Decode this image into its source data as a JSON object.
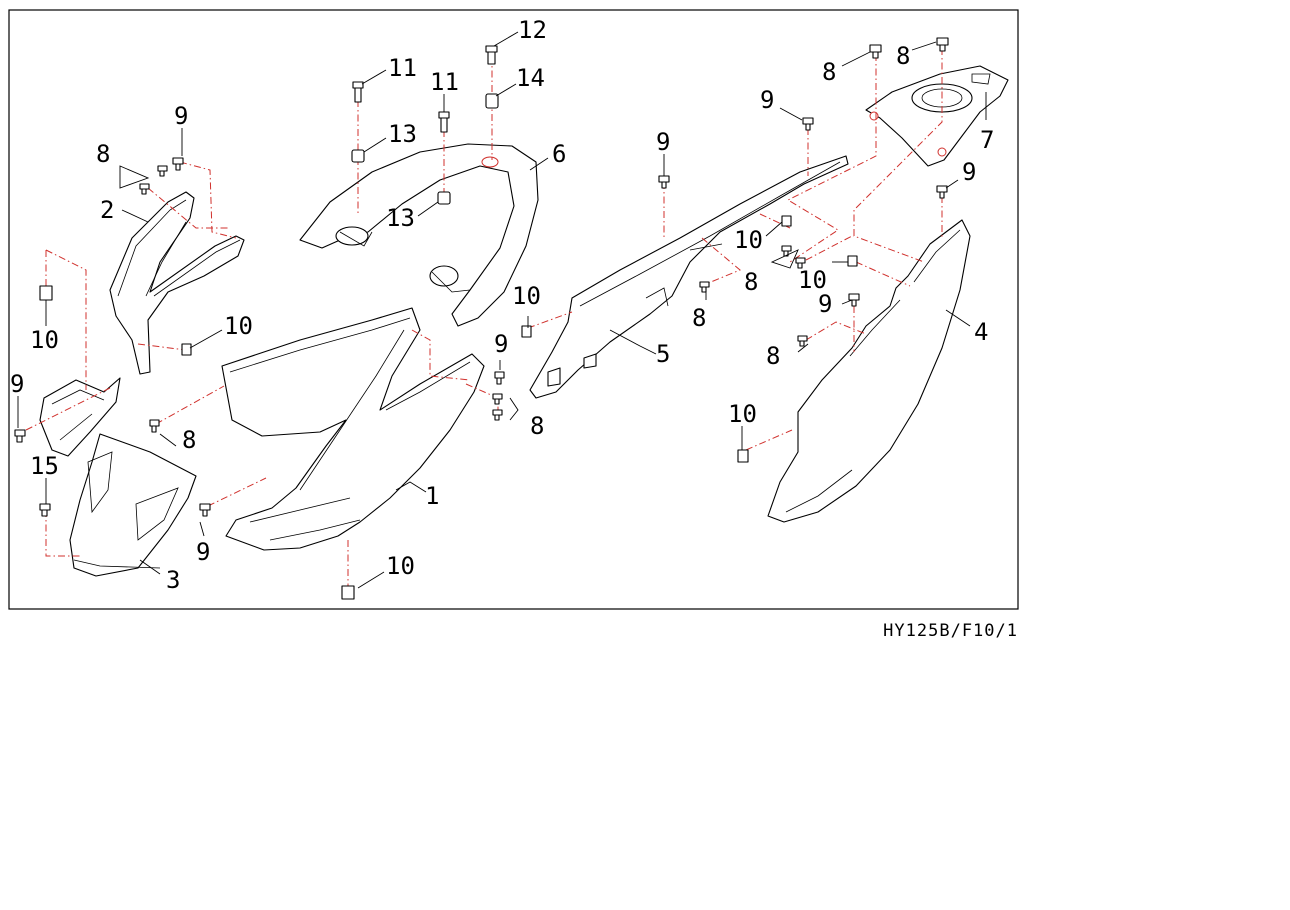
{
  "diagram": {
    "drawing_code": "HY125B/F10/1",
    "callouts": {
      "c1": "1",
      "c2": "2",
      "c3": "3",
      "c4": "4",
      "c5": "5",
      "c6": "6",
      "c7": "7",
      "c8a": "8",
      "c8b": "8",
      "c8c": "8",
      "c8d": "8",
      "c8e": "8",
      "c8f": "8",
      "c8g": "8",
      "c8h": "8",
      "c9a": "9",
      "c9b": "9",
      "c9c": "9",
      "c9d": "9",
      "c9e": "9",
      "c9f": "9",
      "c9g": "9",
      "c9h": "9",
      "c10a": "10",
      "c10b": "10",
      "c10c": "10",
      "c10d": "10",
      "c10e": "10",
      "c10f": "10",
      "c10g": "10",
      "c11a": "11",
      "c11b": "11",
      "c12": "12",
      "c13a": "13",
      "c13b": "13",
      "c14": "14",
      "c15": "15"
    }
  }
}
